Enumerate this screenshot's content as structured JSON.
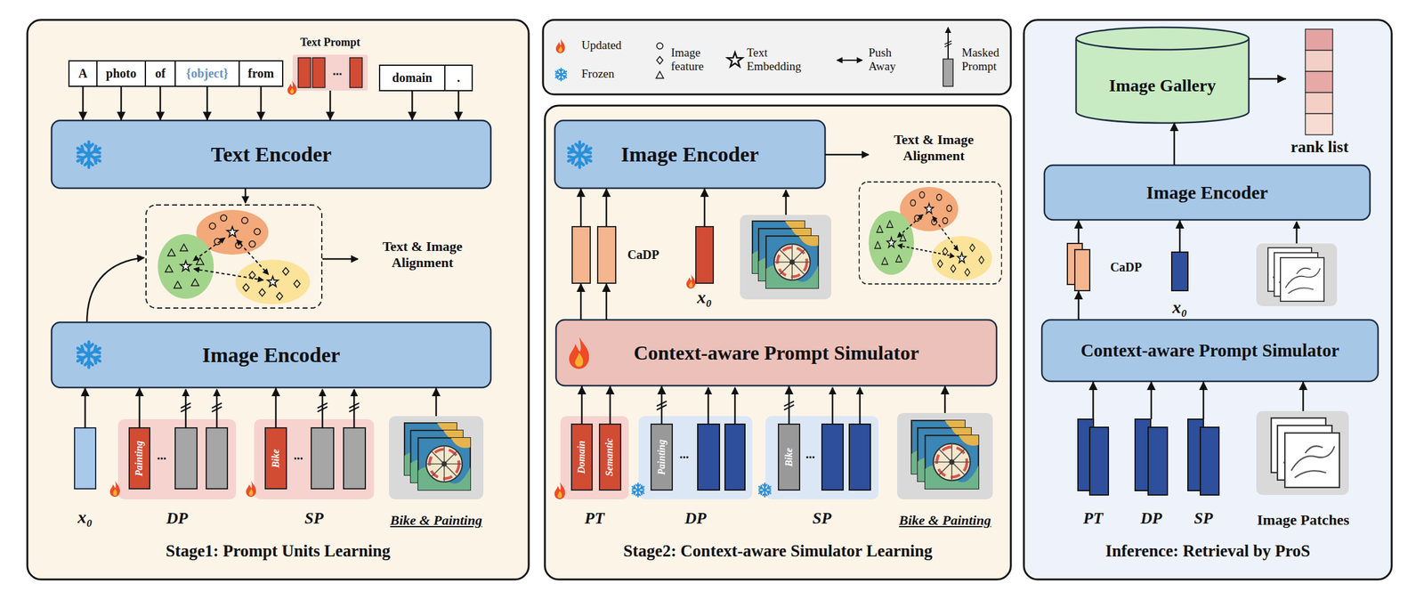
{
  "diagram": {
    "nodes": [
      {
        "text": [
          "Stage1: Prompt Units Learning"
        ]
      },
      {
        "text": [
          "A"
        ],
        "in": 0
      },
      {
        "text": [
          "photo"
        ],
        "in": 0
      },
      {
        "text": [
          "of"
        ],
        "in": 0
      },
      {
        "text": [
          "{object}"
        ],
        "in": 0
      },
      {
        "text": [
          "from"
        ],
        "in": 0
      },
      {
        "text": [
          "Text Prompt"
        ],
        "in": 0
      },
      {
        "text": [
          "domain"
        ],
        "in": 0
      },
      {
        "text": [
          "."
        ],
        "in": 0
      },
      {
        "text": [
          "Text Encoder"
        ],
        "in": 0
      },
      {
        "text": [
          "Image Encoder"
        ],
        "in": 0
      },
      {
        "text": [
          "x₀"
        ],
        "in": 0
      },
      {
        "text": [
          "DP"
        ],
        "in": 0
      },
      {
        "text": [
          "Painting"
        ],
        "in": 12
      },
      {
        "text": [
          "SP"
        ],
        "in": 0
      },
      {
        "text": [
          "Bike"
        ],
        "in": 14
      },
      {
        "text": [
          "Bike & Painting"
        ],
        "in": 0
      },
      {
        "text": [
          "Stage2: Context-aware Simulator Learning"
        ]
      },
      {
        "text": [
          "Image Encoder"
        ],
        "in": 17
      },
      {
        "text": [
          "CaDP"
        ],
        "in": 17
      },
      {
        "text": [
          "x₀"
        ],
        "in": 17
      },
      {
        "text": [
          "Context-aware Prompt Simulator"
        ],
        "in": 17
      },
      {
        "text": [
          "PT"
        ],
        "in": 17
      },
      {
        "text": [
          "Domain"
        ],
        "in": 22
      },
      {
        "text": [
          "Semantic"
        ],
        "in": 22
      },
      {
        "text": [
          "DP"
        ],
        "in": 17
      },
      {
        "text": [
          "Painting"
        ],
        "in": 25
      },
      {
        "text": [
          "SP"
        ],
        "in": 17
      },
      {
        "text": [
          "Bike"
        ],
        "in": 27
      },
      {
        "text": [
          "Bike & Painting"
        ],
        "in": 17
      },
      {
        "text": [
          "Inference: Retrieval by ProS"
        ]
      },
      {
        "text": [
          "Image Gallery"
        ],
        "in": 30
      },
      {
        "text": [
          "rank list"
        ],
        "in": 30
      },
      {
        "text": [
          "Image Encoder"
        ],
        "in": 30
      },
      {
        "text": [
          "CaDP"
        ],
        "in": 30
      },
      {
        "text": [
          "x₀"
        ],
        "in": 30
      },
      {
        "text": [
          "Context-aware Prompt Simulator"
        ],
        "in": 30
      },
      {
        "text": [
          "PT"
        ],
        "in": 30
      },
      {
        "text": [
          "DP"
        ],
        "in": 30
      },
      {
        "text": [
          "SP"
        ],
        "in": 30
      },
      {
        "text": [
          "Image Patches"
        ],
        "in": 30
      }
    ],
    "edges": [
      {
        "from": 1,
        "to": 9,
        "arrow": "to"
      },
      {
        "from": 2,
        "to": 9,
        "arrow": "to"
      },
      {
        "from": 3,
        "to": 9,
        "arrow": "to"
      },
      {
        "from": 4,
        "to": 9,
        "arrow": "to"
      },
      {
        "from": 5,
        "to": 9,
        "arrow": "to"
      },
      {
        "from": 6,
        "to": 9,
        "arrow": "to"
      },
      {
        "from": 7,
        "to": 9,
        "arrow": "to"
      },
      {
        "from": 8,
        "to": 9,
        "arrow": "to"
      },
      {
        "from": 11,
        "to": 10,
        "arrow": "to"
      },
      {
        "from": 13,
        "to": 10,
        "arrow": "to"
      },
      {
        "from": 15,
        "to": 10,
        "arrow": "to"
      },
      {
        "from": 16,
        "to": 10,
        "arrow": "to"
      },
      {
        "from": 21,
        "to": 19,
        "arrow": "to"
      },
      {
        "from": 19,
        "to": 18,
        "arrow": "to"
      },
      {
        "from": 20,
        "to": 18,
        "arrow": "to"
      },
      {
        "from": 23,
        "to": 21,
        "arrow": "to"
      },
      {
        "from": 24,
        "to": 21,
        "arrow": "to"
      },
      {
        "from": 26,
        "to": 21,
        "arrow": "to"
      },
      {
        "from": 28,
        "to": 21,
        "arrow": "to"
      },
      {
        "from": 29,
        "to": 21,
        "arrow": "to"
      },
      {
        "from": 33,
        "to": 31,
        "arrow": "to"
      },
      {
        "from": 31,
        "to": 32,
        "arrow": "to"
      },
      {
        "from": 34,
        "to": 33,
        "arrow": "to"
      },
      {
        "from": 35,
        "to": 33,
        "arrow": "to"
      },
      {
        "from": 36,
        "to": 34,
        "arrow": "to"
      },
      {
        "from": 37,
        "to": 36,
        "arrow": "to"
      },
      {
        "from": 38,
        "to": 36,
        "arrow": "to"
      },
      {
        "from": 39,
        "to": 36,
        "arrow": "to"
      },
      {
        "from": 40,
        "to": 36,
        "arrow": "to"
      }
    ],
    "labels": [
      "...",
      "Text & Image Alignment",
      "...",
      "...",
      "Text & Image Alignment",
      "...",
      "..."
    ],
    "legend": [
      {
        "text": "Updated"
      },
      {
        "text": "Frozen"
      },
      {
        "text": "Image feature"
      },
      {
        "text": "Text Embedding"
      },
      {
        "text": "Push Away"
      },
      {
        "text": "Masked Prompt"
      }
    ]
  }
}
